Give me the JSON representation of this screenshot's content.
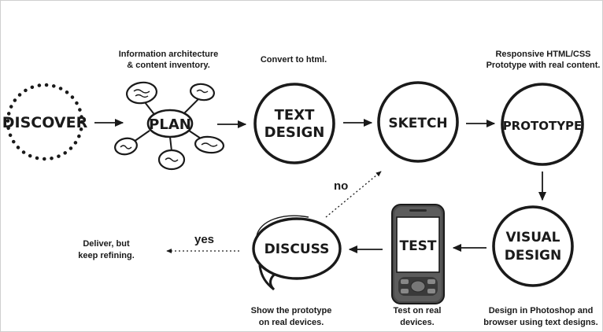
{
  "nodes": {
    "discover": "DISCOVER",
    "plan": "PLAN",
    "text_design": [
      "TEXT",
      "DESIGN"
    ],
    "sketch": "SKETCH",
    "prototype": "PROTOTYPE",
    "visual_design": [
      "VISUAL",
      "DESIGN"
    ],
    "test": "TEST",
    "discuss": "DISCUSS"
  },
  "notes": {
    "plan": [
      "Information architecture",
      "& content inventory."
    ],
    "text_design": [
      "Convert to html."
    ],
    "prototype": [
      "Responsive HTML/CSS",
      "Prototype with real content."
    ],
    "visual_design": [
      "Design in Photoshop and",
      "browser using text designs."
    ],
    "test": [
      "Test on real",
      "devices."
    ],
    "discuss": [
      "Show the prototype",
      "on real devices."
    ],
    "deliver": [
      "Deliver, but",
      "keep refining."
    ]
  },
  "decisions": {
    "yes": "yes",
    "no": "no"
  }
}
